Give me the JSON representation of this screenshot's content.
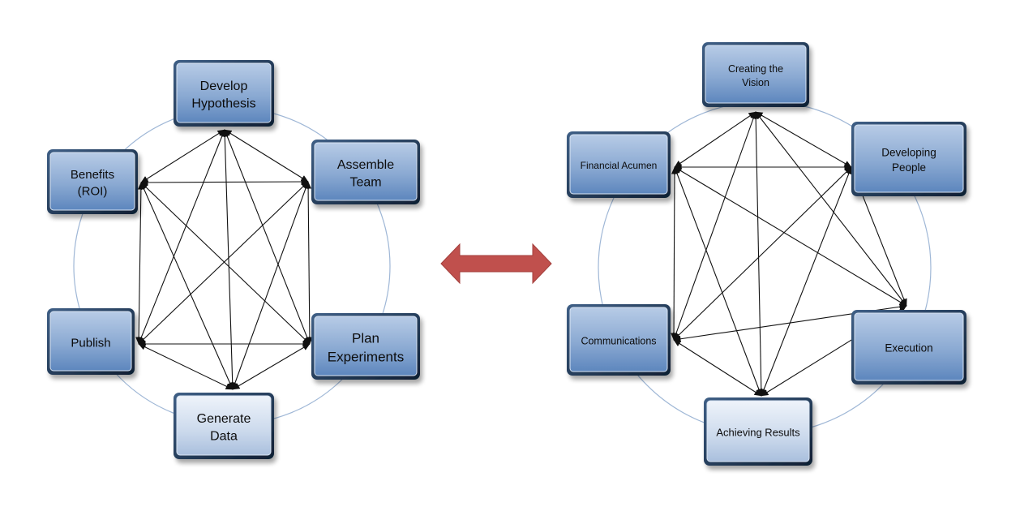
{
  "left_cycle": {
    "nodes": [
      {
        "id": "develop-hypothesis",
        "lines": [
          "Develop",
          "Hypothesis"
        ],
        "tone": "mid"
      },
      {
        "id": "assemble-team",
        "lines": [
          "Assemble",
          "Team"
        ],
        "tone": "mid"
      },
      {
        "id": "plan-experiments",
        "lines": [
          "Plan",
          "Experiments"
        ],
        "tone": "mid"
      },
      {
        "id": "generate-data",
        "lines": [
          "Generate",
          "Data"
        ],
        "tone": "light"
      },
      {
        "id": "publish",
        "lines": [
          "Publish"
        ],
        "tone": "mid"
      },
      {
        "id": "benefits-roi",
        "lines": [
          "Benefits",
          "(ROI)"
        ],
        "tone": "mid"
      }
    ]
  },
  "right_cycle": {
    "nodes": [
      {
        "id": "creating-the-vision",
        "lines": [
          "Creating the",
          "Vision"
        ],
        "tone": "mid"
      },
      {
        "id": "developing-people",
        "lines": [
          "Developing",
          "People"
        ],
        "tone": "mid"
      },
      {
        "id": "execution",
        "lines": [
          "Execution"
        ],
        "tone": "mid"
      },
      {
        "id": "achieving-results",
        "lines": [
          "Achieving Results"
        ],
        "tone": "light"
      },
      {
        "id": "communications",
        "lines": [
          "Communications"
        ],
        "tone": "mid"
      },
      {
        "id": "financial-acumen",
        "lines": [
          "Financial Acumen"
        ],
        "tone": "mid"
      }
    ]
  },
  "colors": {
    "box_mid_top": "#b7cbe6",
    "box_mid_bottom": "#5d86bd",
    "box_light_top": "#e3ebf6",
    "box_light_bottom": "#a9bfdd",
    "box_border": "#1f3550",
    "ring": "#9fb7d6",
    "connector": "#111111",
    "double_arrow": "#c0504d"
  },
  "connector_style": "double-headed arrows between every pair of boxes",
  "center_symbol": "double-arrow"
}
